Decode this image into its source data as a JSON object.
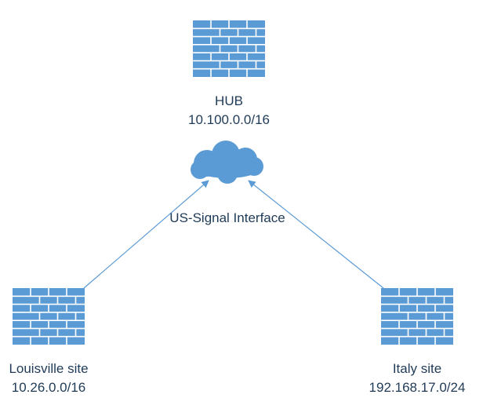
{
  "colors": {
    "firewall_fill": "#5b9bd5",
    "firewall_grout": "#ffffff",
    "cloud_fill": "#5b9bd5",
    "connector": "#5b9bd5",
    "text": "#1f3b57"
  },
  "icons": {
    "firewall": "firewall-brick-wall-icon",
    "cloud": "cloud-icon"
  },
  "nodes": {
    "hub": {
      "name": "HUB",
      "subnet": "10.100.0.0/16"
    },
    "louisville": {
      "name": "Louisville site",
      "subnet": "10.26.0.0/16"
    },
    "italy": {
      "name": "Italy site",
      "subnet": "192.168.17.0/24"
    }
  },
  "link": {
    "label": "US-Signal Interface"
  }
}
